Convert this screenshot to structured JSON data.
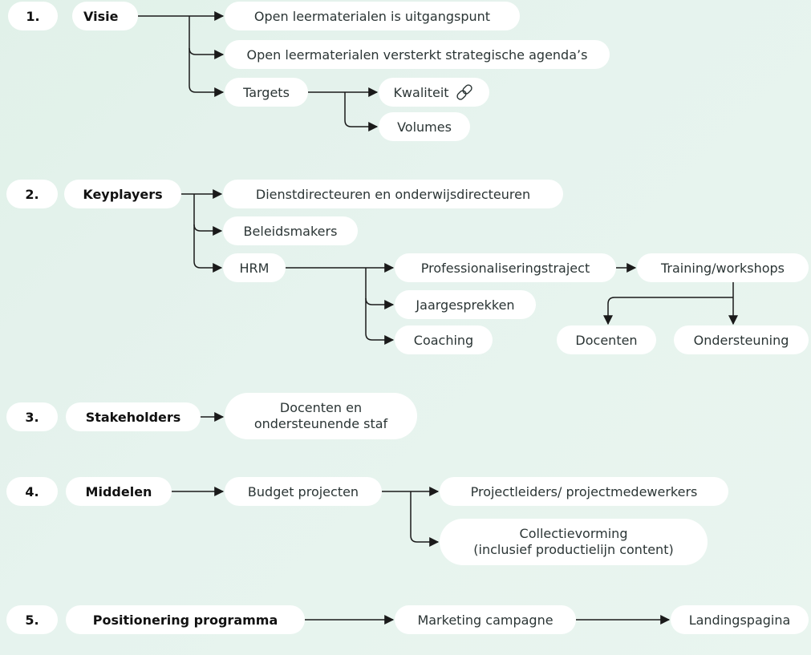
{
  "colors": {
    "background": "#e4f2eb",
    "box": "#ffffff",
    "line": "#1a1a1a",
    "text": "#2b3535"
  },
  "sections": [
    {
      "number": "1.",
      "title": "Visie",
      "items": {
        "uitgangspunt": "Open leermaterialen is uitgangspunt",
        "versterkt": "Open leermaterialen versterkt strategische agenda’s",
        "targets": "Targets",
        "kwaliteit": "Kwaliteit",
        "volumes": "Volumes"
      },
      "icons": {
        "kwaliteit": "link-icon"
      }
    },
    {
      "number": "2.",
      "title": "Keyplayers",
      "items": {
        "directeuren": "Dienstdirecteuren en onderwijsdirecteuren",
        "beleidsmakers": "Beleidsmakers",
        "hrm": "HRM",
        "professionalisering": "Professionaliseringstraject",
        "training": "Training/workshops",
        "jaargesprekken": "Jaargesprekken",
        "coaching": "Coaching",
        "docenten": "Docenten",
        "ondersteuning": "Ondersteuning"
      }
    },
    {
      "number": "3.",
      "title": "Stakeholders",
      "items": {
        "line1": "Docenten en",
        "line2": "ondersteunende staf"
      }
    },
    {
      "number": "4.",
      "title": "Middelen",
      "items": {
        "budget": "Budget projecten",
        "projectleiders": "Projectleiders/ projectmedewerkers",
        "collectie_line1": "Collectievorming",
        "collectie_line2": "(inclusief productielijn content)"
      }
    },
    {
      "number": "5.",
      "title": "Positionering  programma",
      "items": {
        "marketing": "Marketing campagne",
        "landingspagina": "Landingspagina"
      }
    }
  ]
}
